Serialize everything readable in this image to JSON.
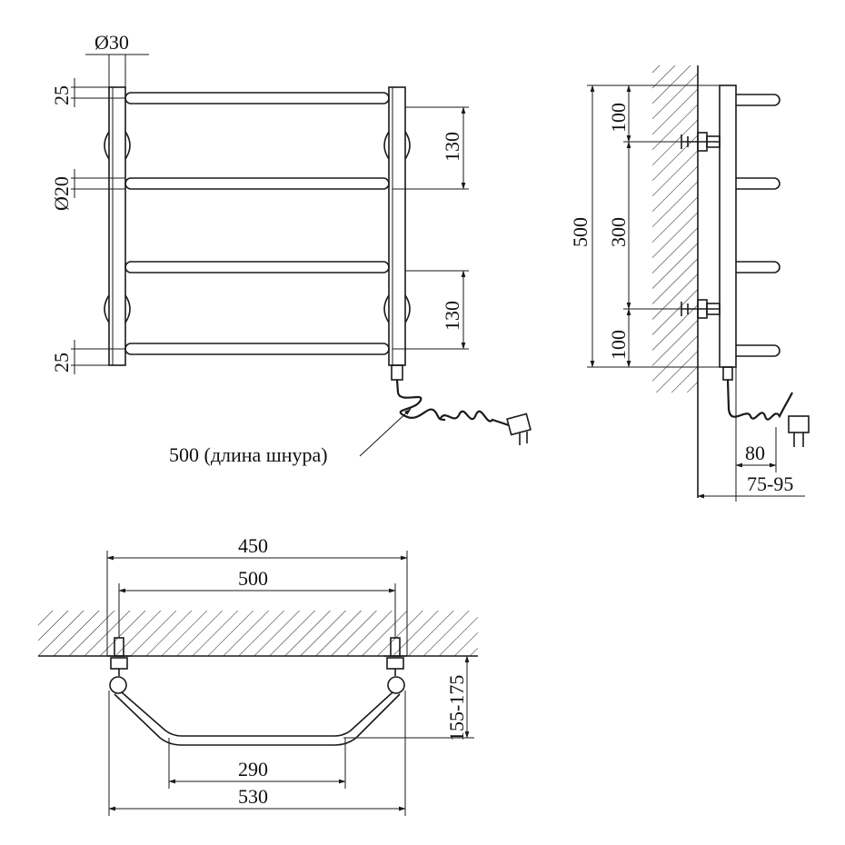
{
  "colors": {
    "line": "#1a1a1a",
    "text": "#111111",
    "background": "#ffffff"
  },
  "front_view": {
    "pipe_diameter": "Ø30",
    "bar_diameter": "Ø20",
    "top_offset": "25",
    "bottom_offset": "25",
    "spacing_top": "130",
    "spacing_bottom": "130",
    "cord_note": "500 (длина шнура)"
  },
  "side_view": {
    "total_height": "500",
    "upper_offset": "100",
    "mount_spacing": "300",
    "lower_offset": "100",
    "plug_offset": "80",
    "wall_distance": "75-95"
  },
  "top_view": {
    "outer_span": "450",
    "mount_span": "500",
    "depth": "155-175",
    "bottom_width": "290",
    "total_width": "530"
  }
}
